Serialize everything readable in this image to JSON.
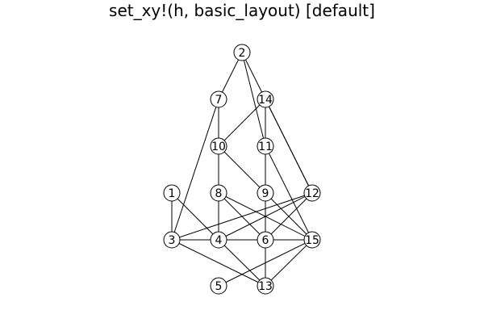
{
  "title": "set_xy!(h, basic_layout) [default]",
  "style": {
    "node_fill": "#ffffff",
    "node_stroke": "#000000",
    "edge_color": "#000000",
    "text_color": "#000000"
  },
  "graph": {
    "nodes": [
      {
        "id": "1",
        "label": "1"
      },
      {
        "id": "2",
        "label": "2"
      },
      {
        "id": "3",
        "label": "3"
      },
      {
        "id": "4",
        "label": "4"
      },
      {
        "id": "5",
        "label": "5"
      },
      {
        "id": "6",
        "label": "6"
      },
      {
        "id": "7",
        "label": "7"
      },
      {
        "id": "8",
        "label": "8"
      },
      {
        "id": "9",
        "label": "9"
      },
      {
        "id": "10",
        "label": "10"
      },
      {
        "id": "11",
        "label": "11"
      },
      {
        "id": "12",
        "label": "12"
      },
      {
        "id": "13",
        "label": "13"
      },
      {
        "id": "14",
        "label": "14"
      },
      {
        "id": "15",
        "label": "15"
      }
    ],
    "edges": [
      [
        "2",
        "7"
      ],
      [
        "2",
        "11"
      ],
      [
        "2",
        "12"
      ],
      [
        "7",
        "10"
      ],
      [
        "7",
        "3"
      ],
      [
        "14",
        "10"
      ],
      [
        "14",
        "11"
      ],
      [
        "14",
        "12"
      ],
      [
        "10",
        "9"
      ],
      [
        "10",
        "8"
      ],
      [
        "11",
        "9"
      ],
      [
        "11",
        "15"
      ],
      [
        "9",
        "6"
      ],
      [
        "9",
        "15"
      ],
      [
        "12",
        "3"
      ],
      [
        "12",
        "4"
      ],
      [
        "12",
        "6"
      ],
      [
        "1",
        "3"
      ],
      [
        "1",
        "4"
      ],
      [
        "8",
        "4"
      ],
      [
        "8",
        "6"
      ],
      [
        "8",
        "15"
      ],
      [
        "3",
        "15"
      ],
      [
        "3",
        "13"
      ],
      [
        "4",
        "13"
      ],
      [
        "6",
        "13"
      ],
      [
        "15",
        "5"
      ],
      [
        "15",
        "13"
      ]
    ]
  }
}
